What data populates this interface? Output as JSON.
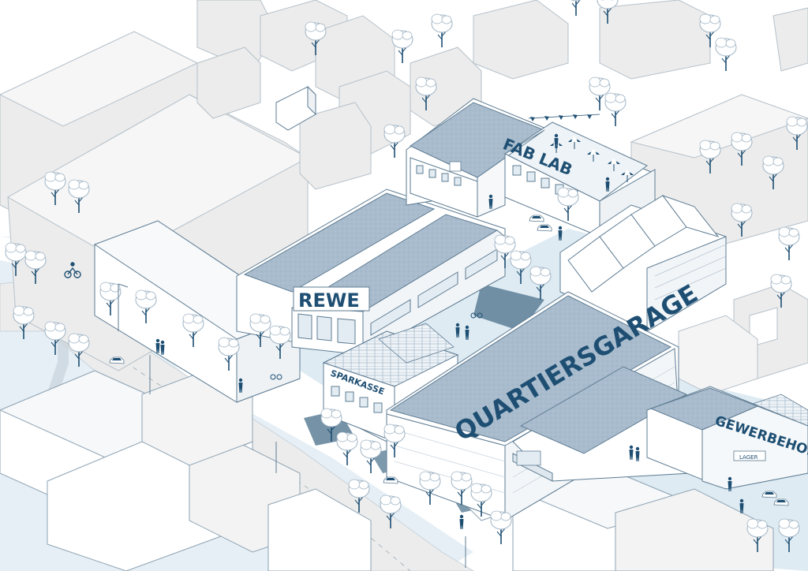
{
  "labels": {
    "rewe": "REWE",
    "fab_lab": "FAB LAB",
    "quartiersgarage": "QUARTIERSGARAGE",
    "sparkasse": "SPARKASSE",
    "gewerbehof": "GEWERBEHOF",
    "lager": "LAGER"
  },
  "colors": {
    "roof_blue": "#a9bccd",
    "ground_blue": "#deebf3",
    "dark_blue": "#1e4f73",
    "building_white": "#ffffff",
    "building_grey": "#ececec",
    "outline": "#5e7c93"
  }
}
